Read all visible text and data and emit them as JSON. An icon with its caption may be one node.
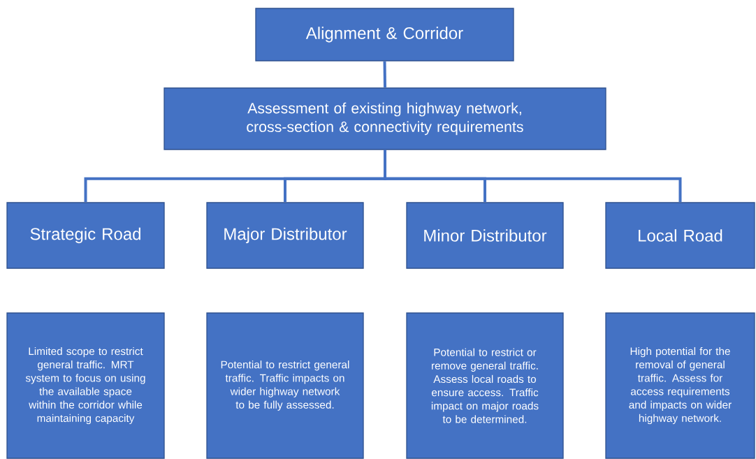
{
  "diagram": {
    "nodes": [
      {
        "text": [
          "Alignment & Corridor"
        ]
      },
      {
        "text": [
          "Assessment of existing highway network, cross-section & connectivity requirements"
        ]
      },
      {
        "text": [
          "Strategic Road"
        ]
      },
      {
        "text": [
          "Major Distributor"
        ]
      },
      {
        "text": [
          "Minor Distributor"
        ]
      },
      {
        "text": [
          "Local Road"
        ]
      },
      {
        "text": [
          "Limited scope to restrict general traffic. MRT system to focus on using the available space within the corridor while maintaining capacity"
        ]
      },
      {
        "text": [
          "Potential to restrict general traffic. Traffic impacts on wider highway network to be fully assessed."
        ]
      },
      {
        "text": [
          "Potential to restrict or remove general traffic. Assess local roads to ensure access. Traffic impact on major roads to be determined."
        ]
      },
      {
        "text": [
          "High potential for the removal of general traffic. Assess for access requirements and impacts on wider highway network."
        ]
      }
    ],
    "edges": [
      {
        "from": 0,
        "to": 1,
        "arrow": "none"
      },
      {
        "from": 1,
        "to": 2,
        "arrow": "none"
      },
      {
        "from": 1,
        "to": 3,
        "arrow": "none"
      },
      {
        "from": 1,
        "to": 4,
        "arrow": "none"
      },
      {
        "from": 1,
        "to": 5,
        "arrow": "none"
      }
    ]
  }
}
